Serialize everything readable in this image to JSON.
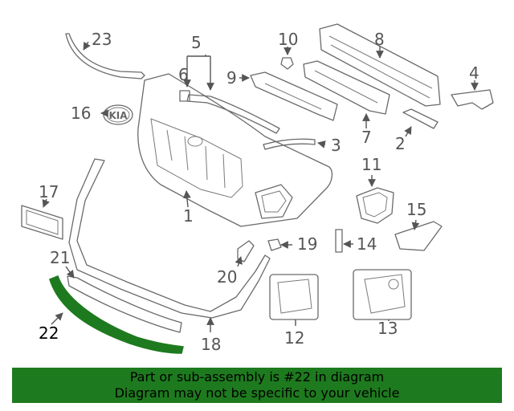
{
  "callouts": {
    "c1": "1",
    "c2": "2",
    "c3": "3",
    "c4": "4",
    "c5": "5",
    "c6": "6",
    "c7": "7",
    "c8": "8",
    "c9": "9",
    "c10": "10",
    "c11": "11",
    "c12": "12",
    "c13": "13",
    "c14": "14",
    "c15": "15",
    "c16": "16",
    "c17": "17",
    "c18": "18",
    "c19": "19",
    "c20": "20",
    "c21": "21",
    "c22": "22",
    "c23": "23"
  },
  "logo_text": "KIA",
  "highlight": {
    "part": "22",
    "color": "#1e7a1e"
  },
  "footer": {
    "line1": "Part or sub-assembly is #22 in diagram",
    "line2": "Diagram may not be specific to your vehicle"
  }
}
